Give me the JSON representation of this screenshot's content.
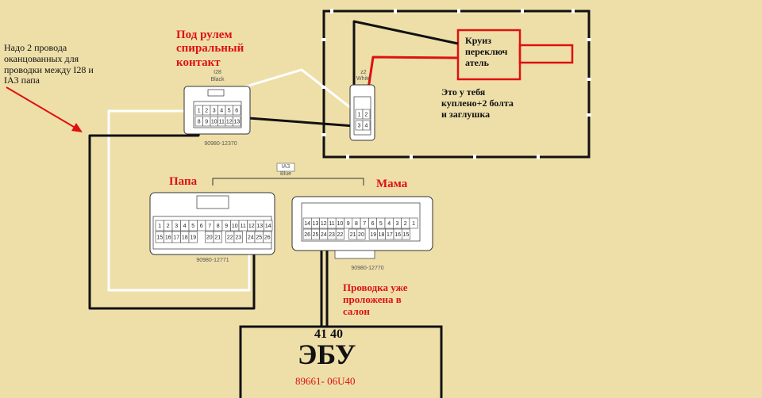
{
  "annotations": {
    "note_left": [
      "Надо 2 провода",
      "оканцованных для",
      "проводки между I28 и",
      "IA3 папа"
    ],
    "spiral_contact": [
      "Под рулем",
      "спиральный",
      "контакт"
    ],
    "cruise_switch": [
      "Круиз",
      "переключ",
      "атель"
    ],
    "bought": [
      "Это у тебя",
      "куплено+2 болта",
      "и заглушка"
    ],
    "papa": "Папа",
    "mama": "Мама",
    "wiring_done": [
      "Проводка уже",
      "проложена в",
      "салон"
    ]
  },
  "connector_i28": {
    "id": "I28",
    "color": "Black",
    "part_no": "90980-12370",
    "pins_top": [
      "1",
      "2",
      "3",
      "4",
      "5",
      "6"
    ],
    "pins_bottom": [
      "8",
      "9",
      "10",
      "11",
      "12",
      "13"
    ]
  },
  "connector_z2": {
    "id": "z2",
    "color": "White",
    "pins": [
      "1",
      "2",
      "3",
      "4"
    ]
  },
  "connector_ia3": {
    "id": "IA3",
    "color": "Blue"
  },
  "connector_papa": {
    "part_no": "90980-12771",
    "pins_top": [
      "1",
      "2",
      "3",
      "4",
      "5",
      "6",
      "7",
      "8",
      "9",
      "10",
      "11",
      "12",
      "13",
      "14"
    ],
    "pins_bottom": [
      "15",
      "16",
      "17",
      "18",
      "19",
      "20",
      "21",
      "22",
      "23",
      "24",
      "25",
      "26"
    ]
  },
  "connector_mama": {
    "part_no": "90980-12770",
    "pins_top": [
      "14",
      "13",
      "12",
      "11",
      "10",
      "9",
      "8",
      "7",
      "6",
      "5",
      "4",
      "3",
      "2",
      "1"
    ],
    "pins_bottom": [
      "26",
      "25",
      "24",
      "23",
      "22",
      "21",
      "20",
      "19",
      "18",
      "17",
      "16",
      "15"
    ]
  },
  "ecu": {
    "pins": "41 40",
    "label": "ЭБУ",
    "part_no": "89661- 06U40"
  },
  "colors": {
    "background": "#eedfa9",
    "red": "#dd1111",
    "wire_black": "#111111",
    "wire_white": "#ffffff"
  }
}
